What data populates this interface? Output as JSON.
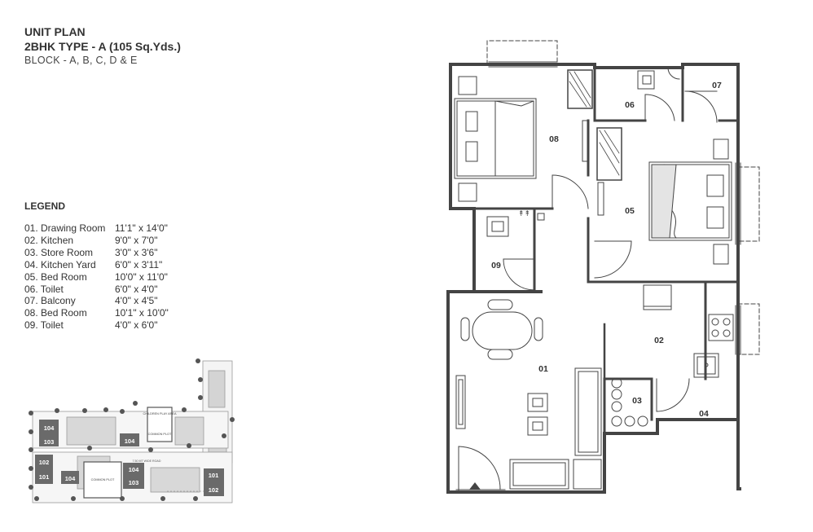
{
  "header": {
    "title": "UNIT PLAN",
    "type": "2BHK TYPE - A (105 Sq.Yds.)",
    "block": "BLOCK - A, B, C, D & E"
  },
  "legend": {
    "heading": "LEGEND",
    "items": [
      {
        "name": "01. Drawing Room",
        "dim": "11'1\" x 14'0\""
      },
      {
        "name": "02. Kitchen",
        "dim": "9'0\" x 7'0\""
      },
      {
        "name": "03. Store Room",
        "dim": "3'0\" x 3'6\""
      },
      {
        "name": "04. Kitchen Yard",
        "dim": "6'0\" x 3'11\""
      },
      {
        "name": "05. Bed Room",
        "dim": "10'0\" x 11'0\""
      },
      {
        "name": "06. Toilet",
        "dim": "6'0\" x 4'0\""
      },
      {
        "name": "07. Balcony",
        "dim": "4'0\" x 4'5\""
      },
      {
        "name": "08. Bed Room",
        "dim": "10'1\" x 10'0\""
      },
      {
        "name": "09. Toilet",
        "dim": "4'0\" x 6'0\""
      }
    ]
  },
  "plan": {
    "room_01": "01",
    "room_02": "02",
    "room_03": "03",
    "room_04": "04",
    "room_05": "05",
    "room_06": "06",
    "room_07": "07",
    "room_08": "08",
    "room_09": "09"
  },
  "keyplan": {
    "children_play_area": "CHILDREN PLAY AREA",
    "common_plot_1": "COMMON PLOT",
    "common_plot_2": "COMMON PLOT",
    "road": "7.50 MT WIDE ROAD",
    "units": {
      "u1": "104",
      "u1b": "103",
      "u2": "104",
      "u3": "102",
      "u3b": "101",
      "u4": "104",
      "u5": "104",
      "u5b": "103",
      "u6": "101",
      "u6b": "102"
    }
  },
  "colors": {
    "wall": "#444444",
    "text": "#333333",
    "keyplan_unit": "#6a6a6a",
    "keyplan_tree": "#555555"
  }
}
